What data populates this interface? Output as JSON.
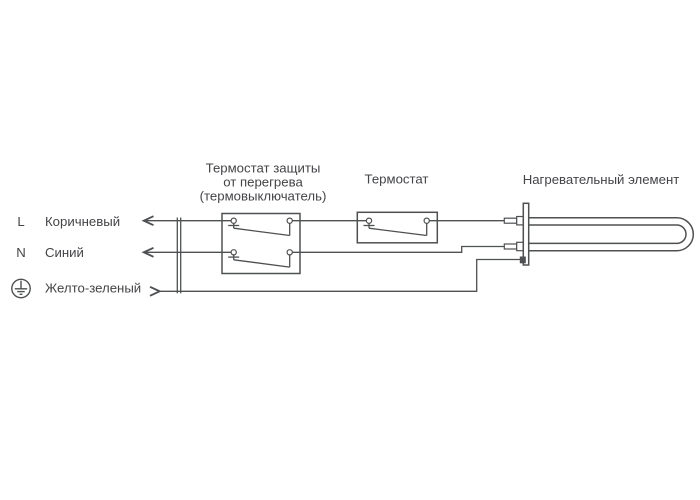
{
  "diagram": {
    "terminals": {
      "l": {
        "code": "L",
        "color_name": "Коричневый"
      },
      "n": {
        "code": "N",
        "color_name": "Синий"
      },
      "pe": {
        "color_name": "Желто-зеленый",
        "icon": "protective-earth-icon"
      }
    },
    "components": {
      "overheat_thermostat": {
        "name_lines": [
          "Термостат защиты",
          "от перегрева",
          "(термовыключатель)"
        ]
      },
      "thermostat": {
        "name": "Термостат"
      },
      "heating_element": {
        "name": "Нагревательный элемент"
      }
    },
    "icons": {
      "pe_symbol": "protective-earth-icon",
      "l_arrow": "arrow-left-icon",
      "n_arrow": "arrow-left-icon",
      "pe_arrow": "arrow-right-icon"
    },
    "colors": {
      "line": "#4e5052",
      "text": "#434447",
      "background": "#ffffff"
    }
  }
}
